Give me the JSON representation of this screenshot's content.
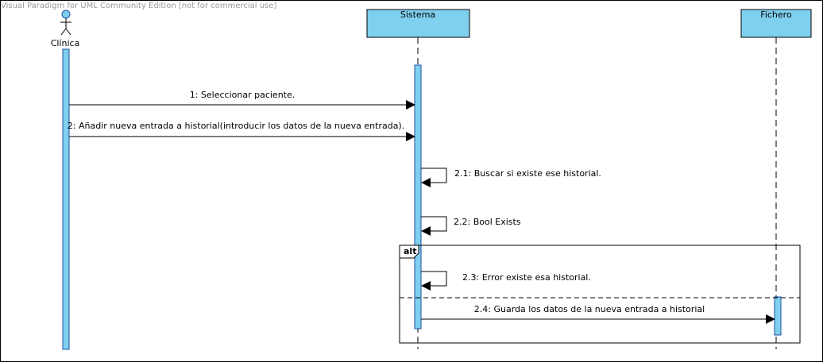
{
  "watermark": "Visual Paradigm for UML Community Edition [not for commercial use]",
  "colors": {
    "lifeline_fill": "#7fcfef",
    "lifeline_stroke": "#1f4f9f",
    "activation_fill": "#7fcfef",
    "line": "#000000",
    "border": "#000000"
  },
  "lifelines": {
    "clinica": {
      "name": "Clínica",
      "icon": "actor-icon"
    },
    "sistema": {
      "name": "Sistema"
    },
    "fichero": {
      "name": "Fichero"
    }
  },
  "messages": [
    {
      "id": "m1",
      "label": "1: Seleccionar paciente.",
      "from": "clinica",
      "to": "sistema",
      "kind": "sync"
    },
    {
      "id": "m2",
      "label": "2: Añadir nueva entrada a historial(introducir los datos de la  nueva entrada).",
      "from": "clinica",
      "to": "sistema",
      "kind": "sync"
    },
    {
      "id": "m21",
      "label": "2.1: Buscar si existe ese historial.",
      "from": "sistema",
      "to": "sistema",
      "kind": "self"
    },
    {
      "id": "m22",
      "label": "2.2: Bool Exists",
      "from": "sistema",
      "to": "sistema",
      "kind": "self"
    },
    {
      "id": "m23",
      "label": "2.3: Error existe esa historial.",
      "from": "sistema",
      "to": "sistema",
      "kind": "self"
    },
    {
      "id": "m24",
      "label": "2.4: Guarda los datos de la nueva entrada a historial",
      "from": "sistema",
      "to": "fichero",
      "kind": "sync"
    }
  ],
  "fragment": {
    "operator": "alt"
  }
}
